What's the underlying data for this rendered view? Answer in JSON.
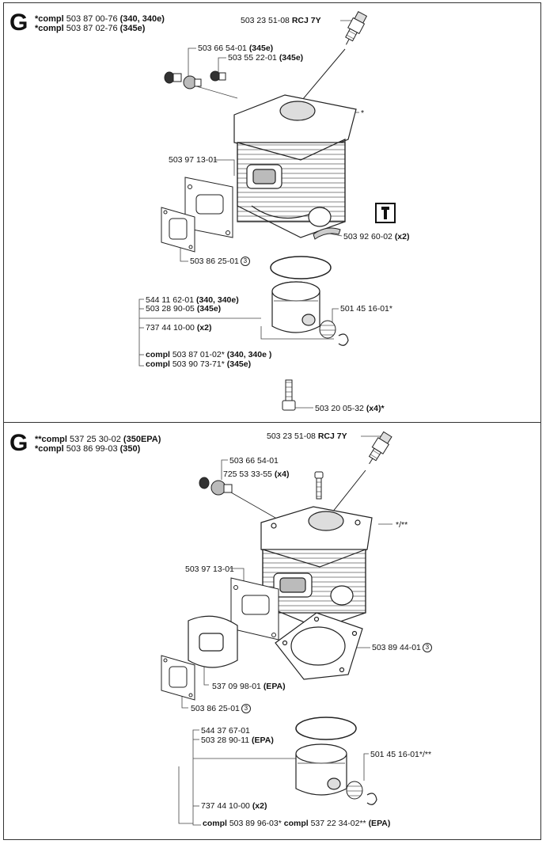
{
  "sectionA": {
    "letter": "G",
    "head1": {
      "prefix": "*compl",
      "num": " 503 87 00-76 ",
      "model": "(340, 340e)"
    },
    "head2": {
      "prefix": "*compl",
      "num": " 503 87 02-76 ",
      "model": "(345e)"
    },
    "labels": {
      "spark_num": "503 23 51-08 ",
      "spark_model": "RCJ 7Y",
      "valve1_num": "503 66 54-01 ",
      "valve1_model": "(345e)",
      "valve2_num": "503 55 22-01 ",
      "valve2_model": "(345e)",
      "star": "*",
      "gasket_num": "503 97 13-01",
      "shim_num": "503 92 60-02 ",
      "shim_qty": "(x2)",
      "muffler_gasket_num": "503 86 25-01",
      "muffler_gasket_circ": "3",
      "ring1_num": "544 11 62-01 ",
      "ring1_model": "(340, 340e)",
      "ring2_num": "503 28 90-05 ",
      "ring2_model": "(345e)",
      "bearing_num": "501 45 16-01*",
      "circlip_num": "737 44 10-00 ",
      "circlip_qty": "(x2)",
      "piston1_prefix": "compl",
      "piston1_num": " 503 87 01-02* ",
      "piston1_model": "(340, 340e )",
      "piston2_prefix": "compl",
      "piston2_num": " 503 90 73-71* ",
      "piston2_model": "(345e)",
      "screw_num": "503 20 05-32 ",
      "screw_qty": "(x4)*"
    }
  },
  "sectionB": {
    "letter": "G",
    "head1": {
      "prefix": "**compl",
      "num": " 537 25 30-02 ",
      "model": "(350EPA)"
    },
    "head2": {
      "prefix": "*compl",
      "num": " 503 86 99-03 ",
      "model": "(350)"
    },
    "labels": {
      "spark_num": "503 23 51-08 ",
      "spark_model": "RCJ 7Y",
      "valve_num": "503 66 54-01",
      "bolt_num": "725 53 33-55 ",
      "bolt_qty": "(x4)",
      "star": "*/**",
      "gasket_num": "503 97 13-01",
      "cyl_gasket_num": "503 89 44-01",
      "cyl_gasket_circ": "3",
      "heatshield_num": "537 09 98-01 ",
      "heatshield_model": "(EPA)",
      "muffler_gasket_num": "503 86 25-01",
      "muffler_gasket_circ": "3",
      "ring1_num": "544 37 67-01",
      "ring2_num": "503 28 90-11 ",
      "ring2_model": "(EPA)",
      "bearing_num": "501 45 16-01*/**",
      "circlip_num": "737 44 10-00 ",
      "circlip_qty": "(x2)",
      "piston_prefix1": "compl",
      "piston_num1": " 503 89 96-03* ",
      "piston_prefix2": "compl",
      "piston_num2": " 537 22 34-02** ",
      "piston_model": "(EPA)"
    }
  },
  "icons": [
    "wrench-icon",
    "spark-plug-icon",
    "cylinder-icon",
    "piston-icon",
    "piston-ring-icon",
    "gasket-icon",
    "screw-icon"
  ]
}
